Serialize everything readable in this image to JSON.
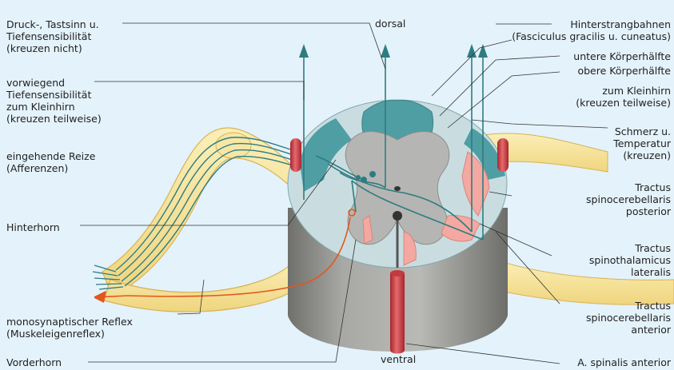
{
  "orientation": {
    "top": "dorsal",
    "bottom": "ventral"
  },
  "labels_left": {
    "pressure": [
      "Druck-, Tastsinn u.",
      "Tiefensensibilität",
      "(kreuzen nicht)"
    ],
    "proprio": [
      "vorwiegend",
      "Tiefensensibilität",
      "zum Kleinhirn",
      "(kreuzen teilweise)"
    ],
    "afferent": [
      "eingehende Reize",
      "(Afferenzen)"
    ],
    "dorsal_horn": "Hinterhorn",
    "reflex": [
      "monosynaptischer Reflex",
      "(Muskeleigenreflex)"
    ],
    "ventral_horn": "Vorderhorn"
  },
  "labels_right": {
    "posterior_columns": [
      "Hinterstrangbahnen",
      "(Fasciculus gracilis u. cuneatus)"
    ],
    "lower_body": "untere Körperhälfte",
    "upper_body": "obere Körperhälfte",
    "cerebellum": [
      "zum Kleinhirn",
      "(kreuzen teilweise)"
    ],
    "pain": [
      "Schmerz u.",
      "Temperatur",
      "(kreuzen)"
    ],
    "scp": [
      "Tractus",
      "spinocerebellaris",
      "posterior"
    ],
    "stl": [
      "Tractus",
      "spinothalamicus",
      "lateralis"
    ],
    "sca": [
      "Tractus",
      "spinocerebellaris",
      "anterior"
    ],
    "artery": "A. spinalis anterior"
  },
  "colors": {
    "background": "#e4f2fb",
    "white_matter_columns": "#4f9ea3",
    "white_matter_light": "#c9dde0",
    "grey_matter": "#ebebe9",
    "grey_matter_dark": "#b5b5b3",
    "cylinder_side": "#9a9a96",
    "nerve": "#f4e29a",
    "nerve_edge": "#d8b354",
    "tract_line": "#2e7c80",
    "reflex_line": "#e3571c",
    "artery": "#d94a4f",
    "tract_pink": "#f3a9a1",
    "text": "#1f1f1f"
  }
}
